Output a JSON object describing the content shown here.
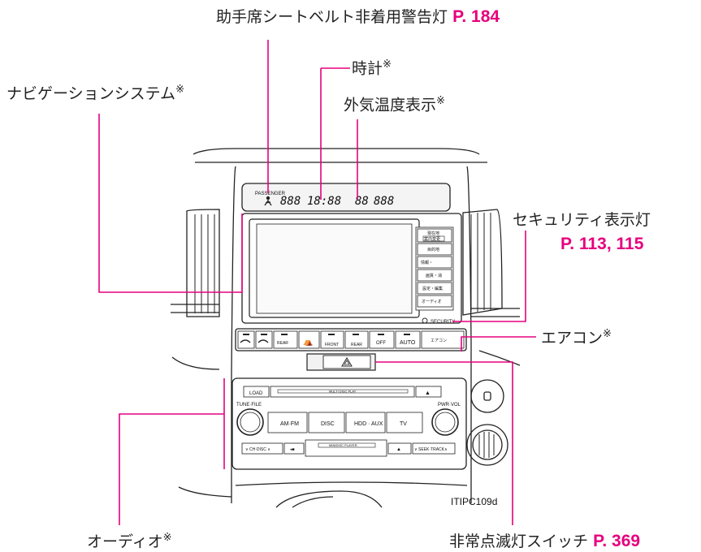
{
  "callouts": {
    "seatbelt": "助手席シートベルト非着用警告灯",
    "seatbelt_ref": "P. 184",
    "clock": "時計",
    "navi": "ナビゲーションシステム",
    "outside_temp": "外気温度表示",
    "security": "セキュリティ表示灯",
    "security_ref": "P. 113, 115",
    "aircon": "エアコン",
    "audio": "オーディオ",
    "hazard": "非常点滅灯スイッチ",
    "hazard_ref": "P. 369",
    "note_mark": "※"
  },
  "panel": {
    "passenger": "PASSENGER",
    "lcd_left": "888",
    "lcd_clock": "18:88",
    "lcd_temp": "88",
    "lcd_right": "888",
    "security_text": "SECURITY",
    "nav_buttons": [
      "現在地",
      "目的地",
      "情報・",
      "画質・消",
      "設定・編集",
      "オーディオ"
    ],
    "nav_button0_sub": "案内変更",
    "ac_buttons": [
      "REAR",
      "FRONT",
      "REAR",
      "OFF",
      "AUTO",
      "エアコン"
    ],
    "audio": {
      "load": "LOAD",
      "multi_disc": "MULTI DISC PLAY",
      "eject": "▲",
      "tune_file": "TUNE·FILE",
      "pwr_vol": "PWR·VOL",
      "am_fm": "AM·FM",
      "disc": "DISC",
      "hdd_aux": "HDD · AUX",
      "tv": "TV",
      "ch_disc": "∨  CH·DISC  ∧",
      "mini_disc": "MINIDISC PLAYER",
      "seek_track": "∨ SEEK·TRACK∧"
    },
    "figure_id": "ITIPC109d"
  },
  "colors": {
    "accent": "#e6007e",
    "line": "#222222"
  }
}
